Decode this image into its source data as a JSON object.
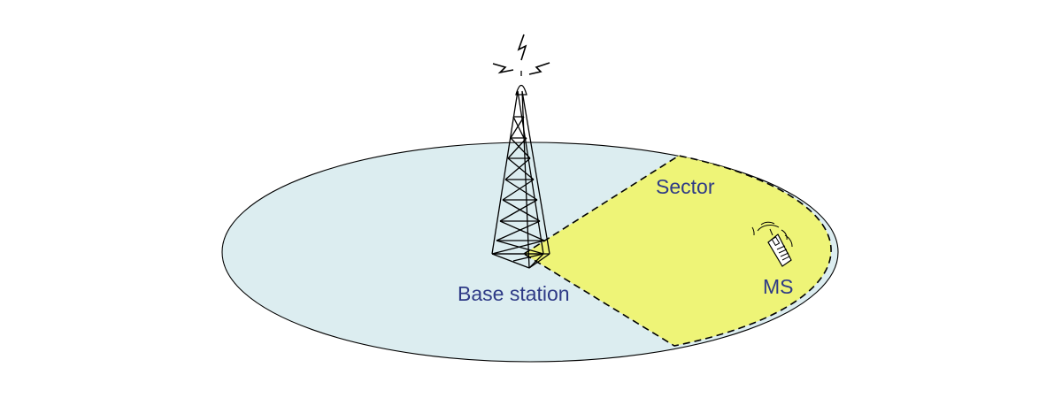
{
  "labels": {
    "sector": "Sector",
    "base_station": "Base station",
    "ms": "MS"
  },
  "icons": {
    "tower": "cell-tower-icon",
    "antenna_signal": "lightning-signal-icon",
    "mobile": "mobile-phone-icon"
  },
  "colors": {
    "cell": "#dcedf0",
    "sector": "#eef477",
    "label": "#2e3a86",
    "outline": "#000000"
  }
}
